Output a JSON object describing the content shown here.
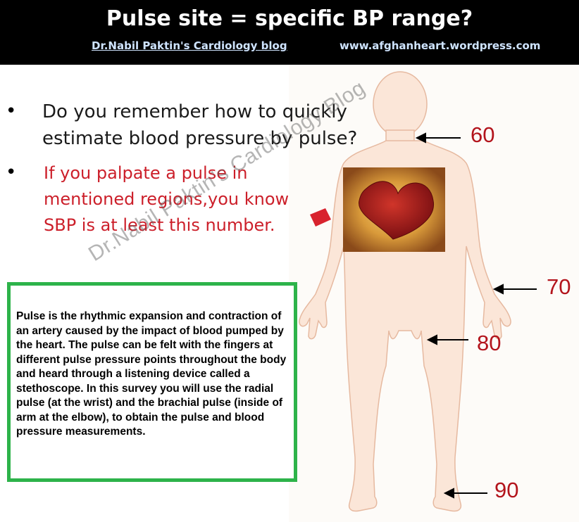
{
  "header": {
    "title": "Pulse site = specific BP range?",
    "blog_link": "Dr.Nabil Paktin's Cardiology blog",
    "site_url": "www.afghanheart.wordpress.com"
  },
  "bullets": {
    "question": "Do you remember how to quickly estimate blood pressure by pulse?",
    "statement": "If you palpate a pulse in mentioned regions,you know SBP is at  least this number."
  },
  "bp_labels": {
    "carotid": "60",
    "radial": "70",
    "femoral": "80",
    "pedal": "90"
  },
  "info_box": {
    "text": "Pulse is the rhythmic expansion and contraction of an artery caused by the impact of blood pumped by the heart. The pulse can be felt with the fingers at different pulse pressure points throughout the body and heard through a listening device called a stethoscope. In this survey you will use the radial pulse (at the wrist) and the brachial pulse (inside of arm at the elbow), to obtain the pulse and blood pressure measurements."
  },
  "watermark": "Dr.Nabil Paktin’s Cardiology Blog",
  "colors": {
    "header_bg": "#000000",
    "accent_red": "#cc1f2a",
    "label_red": "#b3141c",
    "box_border": "#2db34a",
    "skin": "#fbe6d8"
  }
}
